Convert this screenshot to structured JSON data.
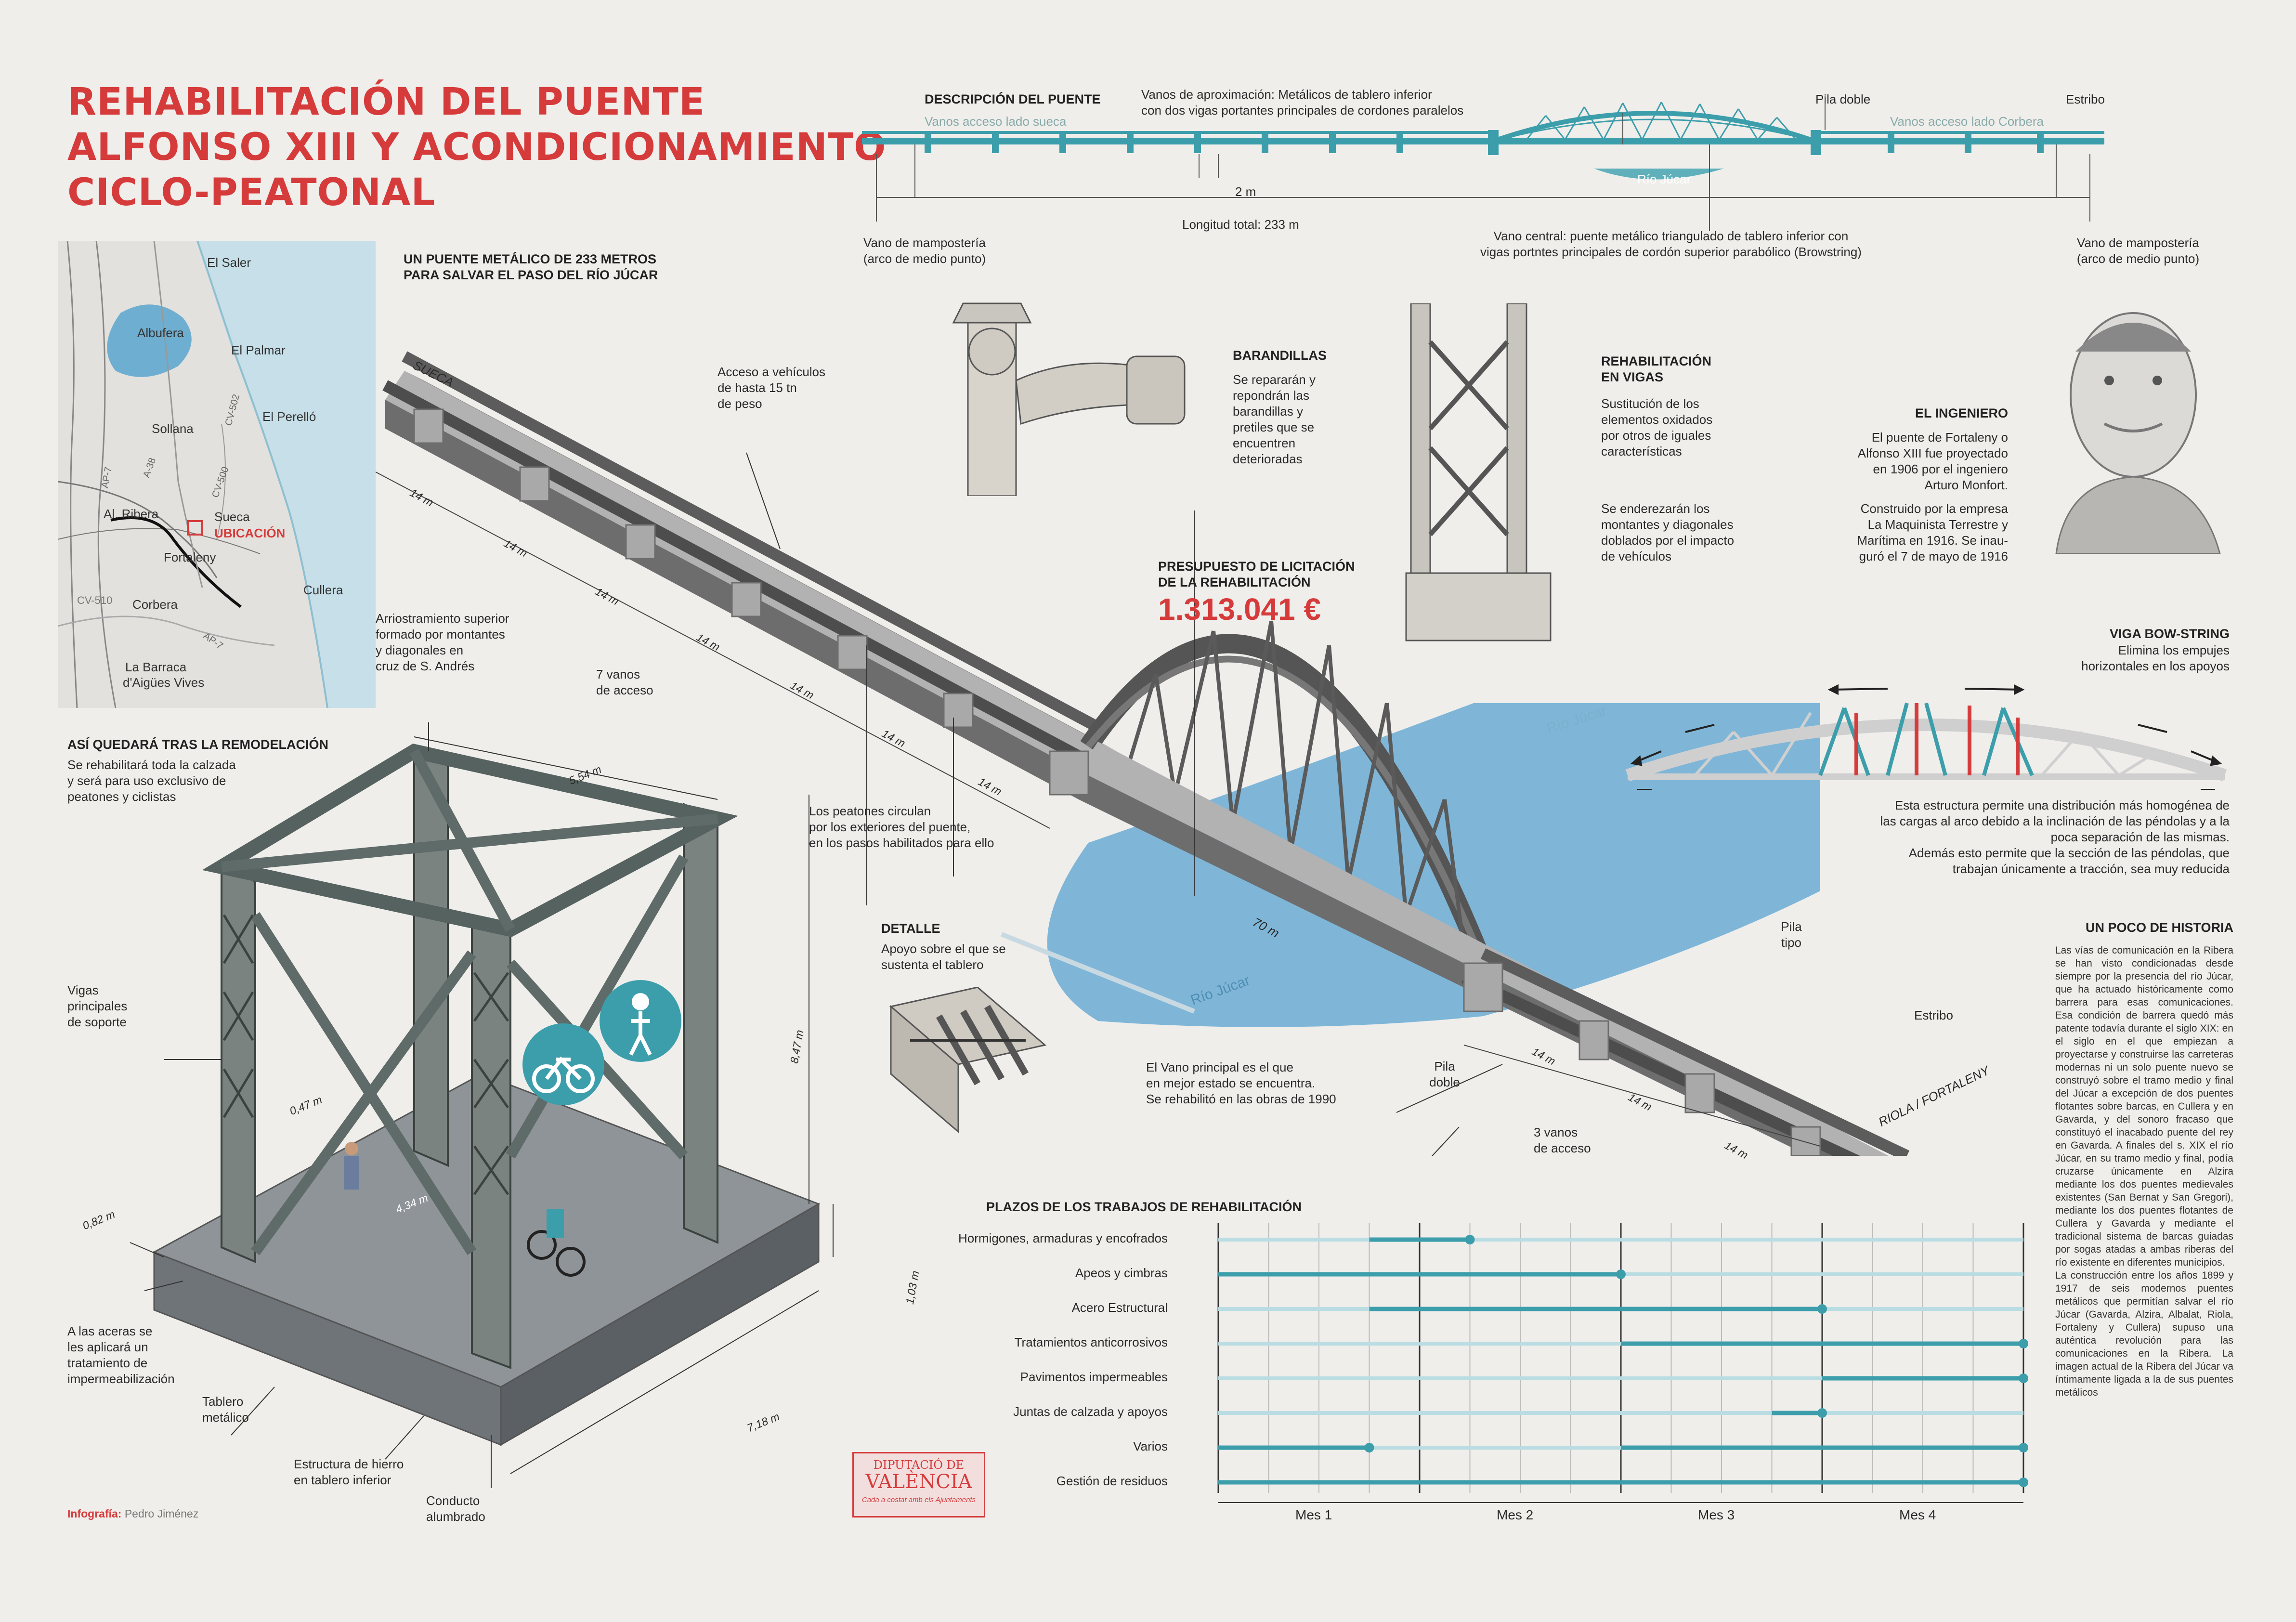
{
  "title": {
    "lines": [
      "REHABILITACIÓN DEL PUENTE",
      "ALFONSO XIII Y ACONDICIONAMIENTO",
      "CICLO-PEATONAL"
    ]
  },
  "profile": {
    "heading": "DESCRIPCIÓN DEL PUENTE",
    "label_acceso_sueca": "Vanos acceso lado sueca",
    "label_acceso_corbera": "Vanos acceso lado Corbera",
    "aproximacion": [
      "Vanos de aproximación: Metálicos de tablero inferior",
      "con dos vigas portantes principales de cordones paralelos"
    ],
    "pila_doble": "Pila doble",
    "estribo": "Estribo",
    "rio": "Río Júcar",
    "two_m": "2 m",
    "longitud": "Longitud total: 233 m",
    "vano_mamposteria_left": [
      "Vano de mampostería",
      "(arco de medio punto)"
    ],
    "vano_mamposteria_right": [
      "Vano de mampostería",
      "(arco de medio punto)"
    ],
    "vano_central": [
      "Vano central: puente metálico triangulado de tablero inferior con",
      "vigas portntes principales de cordón superior parabólico (Browstring)"
    ]
  },
  "map": {
    "places": [
      "El Saler",
      "Albufera",
      "El Palmar",
      "El Perelló",
      "Sollana",
      "Al. Ribera",
      "Sueca",
      "UBICACIÓN",
      "Fortaleny",
      "Cullera",
      "Corbera",
      "CV-510",
      "La Barraca",
      "d'Aigües Vives"
    ],
    "roads": [
      "AP-7",
      "A-38",
      "CV-500",
      "CV-502",
      "AP-7"
    ]
  },
  "intro": {
    "heading": [
      "UN PUENTE METÁLICO DE 233 METROS",
      "PARA SALVAR EL PASO DEL RÍO JÚCAR"
    ]
  },
  "bridge_labels": {
    "sueca": "SUECA",
    "riola": "RIOLA / FORTALENY",
    "acceso_vehiculos": [
      "Acceso a vehículos",
      "de hasta 15 tn",
      "de peso"
    ],
    "siete_vanos": [
      "7 vanos",
      "de acceso"
    ],
    "peatones": [
      "Los peatones circulan",
      "por los exteriores del puente,",
      "en los pasos habilitados para ello"
    ],
    "arriostramiento": [
      "Arriostramiento superior",
      "formado por montantes",
      "y diagonales en",
      "cruz de S. Andrés"
    ],
    "rio_jucar_1": "Río Júcar",
    "rio_jucar_2": "Río Júcar",
    "seventy_m": "70 m",
    "vano_principal": [
      "El Vano principal es el que",
      "en mejor estado se encuentra.",
      "Se rehabilitó en las obras de 1990"
    ],
    "pila_doble": [
      "Pila",
      "doble"
    ],
    "pila_tipo": [
      "Pila",
      "tipo"
    ],
    "estribo": "Estribo",
    "tres_vanos": [
      "3 vanos",
      "de acceso"
    ],
    "span": "14 m"
  },
  "barandillas": {
    "heading": "BARANDILLAS",
    "text": [
      "Se repararán y",
      "repondrán las",
      "barandillas y",
      "pretiles que se",
      "encuentren",
      "deterioradas"
    ]
  },
  "vigas": {
    "heading": [
      "REHABILITACIÓN",
      "EN VIGAS"
    ],
    "text1": [
      "Sustitución de los",
      "elementos oxidados",
      "por otros de iguales",
      "características"
    ],
    "text2": [
      "Se enderezarán los",
      "montantes y diagonales",
      "doblados por el impacto",
      "de vehículos"
    ]
  },
  "presupuesto": {
    "heading": [
      "PRESUPUESTO DE LICITACIÓN",
      "DE LA REHABILITACIÓN"
    ],
    "value": "1.313.041 €"
  },
  "ingeniero": {
    "heading": "EL INGENIERO",
    "text1": [
      "El puente de Fortaleny o",
      "Alfonso XIII fue proyectado",
      "en 1906 por el ingeniero",
      "Arturo Monfort."
    ],
    "text2": [
      "Construido por la empresa",
      "La Maquinista Terrestre y",
      "Marítima en 1916. Se inau-",
      "guró el 7 de mayo de 1916"
    ]
  },
  "bowstring": {
    "heading": "VIGA BOW-STRING",
    "subtitle": [
      "Elimina los empujes",
      "horizontales en los apoyos"
    ],
    "text": [
      "Esta estructura permite una distribución más homogénea de",
      "las cargas al arco debido a la inclinación de las péndolas y a la",
      "poca separación de las mismas.",
      "Además esto permite que la sección de las péndolas, que",
      "trabajan únicamente a tracción, sea muy reducida"
    ]
  },
  "detalle": {
    "heading": "DETALLE",
    "text": [
      "Apoyo sobre el que se",
      "sustenta el tablero"
    ]
  },
  "remodel": {
    "heading": "ASÍ QUEDARÁ TRAS LA REMODELACIÓN",
    "text": [
      "Se rehabilitará toda la calzada",
      "y será para uso exclusivo de",
      "peatones y ciclistas"
    ],
    "vigas_principales": [
      "Vigas",
      "principales",
      "de soporte"
    ],
    "aceras": [
      "A las aceras se",
      "les aplicará un",
      "tratamiento de",
      "impermeabilización"
    ],
    "tablero": [
      "Tablero",
      "metálico"
    ],
    "estructura": [
      "Estructura de hierro",
      "en tablero inferior"
    ],
    "conducto": [
      "Conducto",
      "alumbrado"
    ],
    "dims": [
      "5,54 m",
      "8,47 m",
      "0,47 m",
      "4,34 m",
      "0,82 m",
      "1,03 m",
      "7,18 m"
    ]
  },
  "gantt": {
    "heading": "PLAZOS DE LOS TRABAJOS DE REHABILITACIÓN",
    "months": [
      "Mes 1",
      "Mes 2",
      "Mes 3",
      "Mes 4"
    ],
    "tasks": [
      {
        "label": "Hormigones, armaduras y encofrados",
        "start": 0.75,
        "end": 1.25
      },
      {
        "label": "Apeos y cimbras",
        "start": 0,
        "end": 2.0
      },
      {
        "label": "Acero Estructural",
        "start": 0.75,
        "end": 3.0
      },
      {
        "label": "Tratamientos anticorrosivos",
        "start": 2.0,
        "end": 4.0
      },
      {
        "label": "Pavimentos impermeables",
        "start": 3.0,
        "end": 4.0
      },
      {
        "label": "Juntas de calzada y apoyos",
        "start": 2.75,
        "end": 3.0
      },
      {
        "label": "Varios",
        "start": 0,
        "end": 0.75,
        "start2": 2.0,
        "end2": 4.0
      },
      {
        "label": "Gestión de residuos",
        "start": 0,
        "end": 4.0
      }
    ]
  },
  "historia": {
    "heading": "UN POCO DE HISTORIA",
    "text": "Las vías de comunicación en la Ribera se han visto condicionadas desde siempre por la presencia del río Júcar, que ha actuado históricamente como barrera para esas comunicaciones. Esa condición de barrera quedó más patente todavía durante el siglo XIX: en el siglo en el que empiezan a proyectarse y construirse las carreteras modernas ni un solo puente nuevo se construyó sobre el tramo medio y final del Júcar a excepción de dos puentes flotantes sobre barcas, en Cullera y en Gavarda, y del sonoro fracaso que constituyó el inacabado puente del rey en Gavarda. A finales del s. XIX el río Júcar, en su tramo medio y final, podía cruzarse únicamente en Alzira mediante los dos puentes medievales existentes (San Bernat y San Gregori), mediante los dos puentes flotantes de Cullera y Gavarda y mediante el tradicional sistema de barcas guiadas por sogas atadas a ambas riberas del río existente en diferentes municipios.",
    "text2": "La construcción entre los años 1899 y 1917 de seis modernos puentes metálicos que permitían salvar el río Júcar (Gavarda, Alzira, Albalat, Riola, Fortaleny y Cullera) supuso una auténtica revolución para las comunicaciones en la Ribera. La imagen actual de la Ribera del Júcar va íntimamente ligada a la de sus puentes metálicos"
  },
  "footer": {
    "label": "Infografía:",
    "author": "Pedro Jiménez",
    "logo_top": "DIPUTACIÓ DE",
    "logo_main": "VALÈNCIA",
    "logo_tag": "Cada a costat amb els Ajuntaments"
  },
  "colors": {
    "accent": "#d63b3b",
    "teal": "#3d9eab",
    "water": "#7fb6d8"
  }
}
